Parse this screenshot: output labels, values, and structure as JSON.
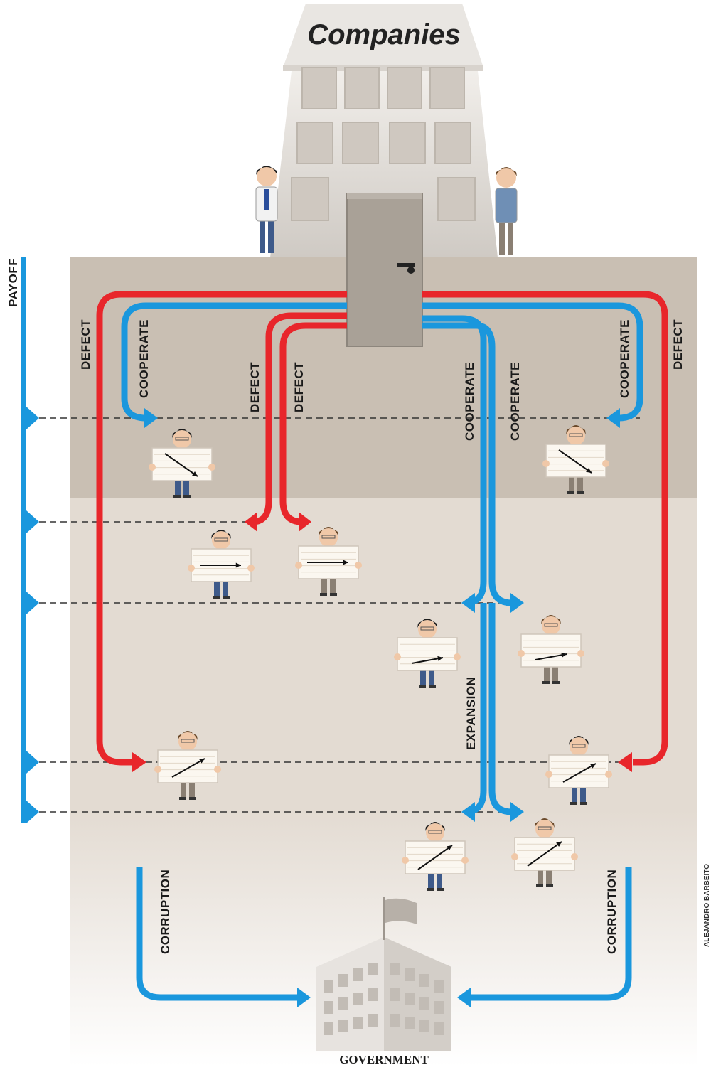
{
  "title": "Companies",
  "payoff_label": "PAYOFF",
  "government_label": "GOVERNMENT",
  "credit": "ALEJANDRO BARBEITO",
  "flow_labels": {
    "defect_outer_left": "DEFECT",
    "cooperate_outer_left": "COOPERATE",
    "defect_inner_left": "DEFECT",
    "defect_inner_mid": "DEFECT",
    "cooperate_inner_mid": "COOPERATE",
    "cooperate_inner_right": "COOPERATE",
    "cooperate_outer_right": "COOPERATE",
    "defect_outer_right": "DEFECT",
    "expansion": "EXPANSION",
    "corruption_left": "CORRUPTION",
    "corruption_right": "CORRUPTION"
  },
  "colors": {
    "defect_red": "#e8262b",
    "cooperate_blue": "#1a97dd",
    "ground_dark": "#c9bfb3",
    "ground_light": "#e3dbd2",
    "door": "#a8a096",
    "building": "#dedad6"
  },
  "icons": [
    "building-icon",
    "door-icon",
    "government-building-icon",
    "flag-icon",
    "person-icon",
    "chart-sign-icon"
  ]
}
